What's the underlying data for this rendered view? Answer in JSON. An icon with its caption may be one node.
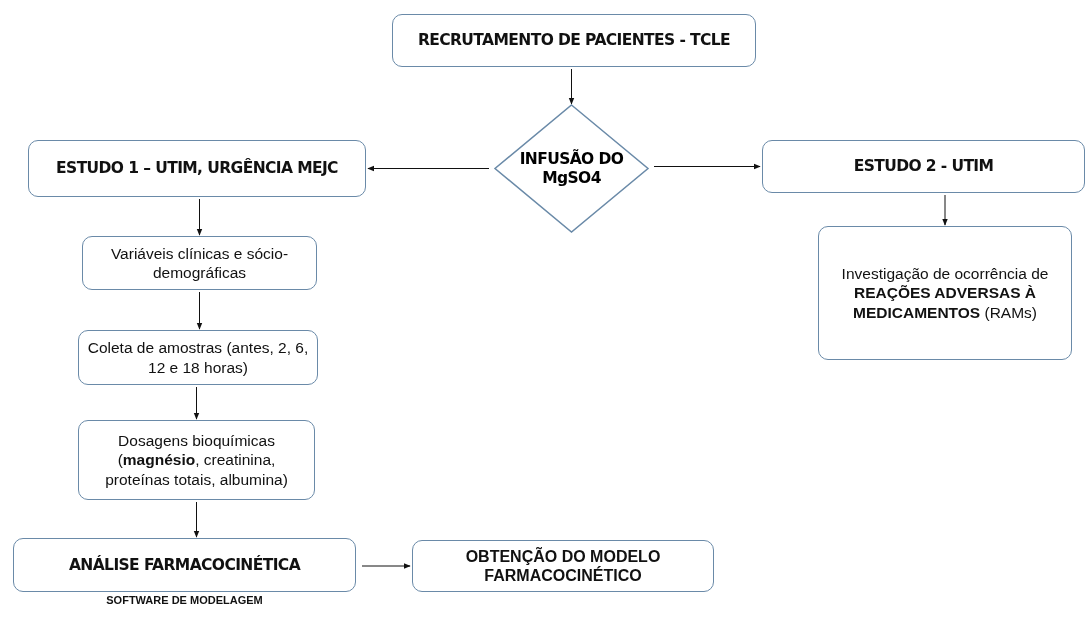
{
  "diagram": {
    "nodes": [
      {
        "text": [
          "RECRUTAMENTO DE PACIENTES - TCLE"
        ]
      },
      {
        "text": [
          "INFUSÃO DO MgSO4"
        ]
      },
      {
        "text": [
          "ESTUDO 1 – UTIM, URGÊNCIA MEJC"
        ]
      },
      {
        "text": [
          "ESTUDO 2 - UTIM"
        ]
      },
      {
        "text": [
          "Variáveis clínicas e sócio-demográficas"
        ]
      },
      {
        "text": [
          "Coleta de amostras (antes, 2, 6, 12 e 18 horas)"
        ]
      },
      {
        "text": [
          "Dosagens bioquímicas (**magnésio**, creatinina, proteínas totais, albumina)"
        ]
      },
      {
        "text": [
          "ANÁLISE FARMACOCINÉTICA"
        ],
        "beside": [
          "SOFTWARE DE MODELAGEM"
        ]
      },
      {
        "text": [
          "OBTENÇÃO DO MODELO FARMACOCINÉTICO"
        ]
      },
      {
        "text": [
          "Investigação de ocorrência de **REAÇÕES ADVERSAS À MEDICAMENTOS** (RAMs)"
        ]
      }
    ],
    "edges": [
      {
        "from": 0,
        "to": 1,
        "arrow": "to"
      },
      {
        "from": 1,
        "to": 2,
        "arrow": "to"
      },
      {
        "from": 1,
        "to": 3,
        "arrow": "to"
      },
      {
        "from": 2,
        "to": 4,
        "arrow": "to"
      },
      {
        "from": 4,
        "to": 5,
        "arrow": "to"
      },
      {
        "from": 5,
        "to": 6,
        "arrow": "to"
      },
      {
        "from": 6,
        "to": 7,
        "arrow": "to"
      },
      {
        "from": 7,
        "to": 8,
        "arrow": "to"
      },
      {
        "from": 3,
        "to": 9,
        "arrow": "to"
      }
    ]
  }
}
